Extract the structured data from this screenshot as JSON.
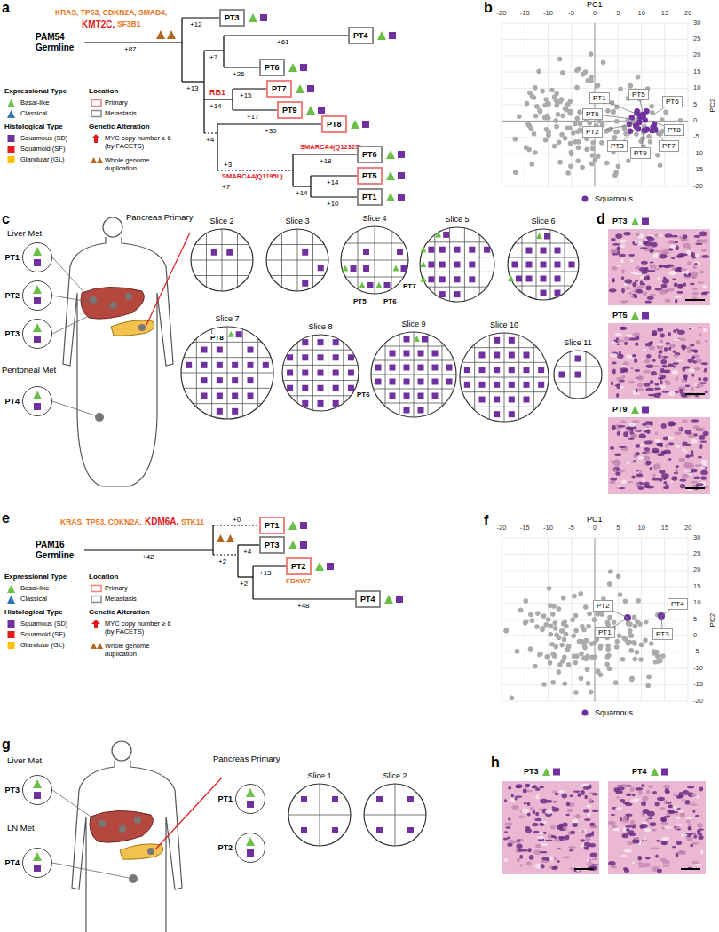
{
  "diagram": {
    "nodes": [
      {
        "text": [
          "PT3"
        ]
      },
      {
        "text": [
          "PT4"
        ]
      },
      {
        "text": [
          "PT6"
        ]
      },
      {
        "text": [
          "PT7"
        ]
      },
      {
        "text": [
          "PT9"
        ]
      },
      {
        "text": [
          "PT8"
        ]
      },
      {
        "text": [
          "PT6"
        ]
      },
      {
        "text": [
          "PT5"
        ]
      },
      {
        "text": [
          "PT1"
        ]
      },
      {
        "text": [
          "PT1"
        ]
      },
      {
        "text": [
          "PT5"
        ]
      },
      {
        "text": [
          "PT6"
        ]
      },
      {
        "text": [
          "PT6"
        ]
      },
      {
        "text": [
          "PT8"
        ]
      },
      {
        "text": [
          "PT2"
        ]
      },
      {
        "text": [
          "PT3"
        ]
      },
      {
        "text": [
          "PT7"
        ]
      },
      {
        "text": [
          "PT9"
        ]
      },
      {
        "text": [
          "PT1"
        ]
      },
      {
        "text": [
          "PT2"
        ]
      },
      {
        "text": [
          "PT3"
        ]
      },
      {
        "text": [
          "PT4"
        ]
      },
      {
        "text": [
          "Slice 2"
        ]
      },
      {
        "text": [
          "Slice 3"
        ]
      },
      {
        "text": [
          "Slice 4"
        ]
      },
      {
        "text": [
          "Slice 5"
        ]
      },
      {
        "text": [
          "Slice 6"
        ]
      },
      {
        "text": [
          "Slice 7"
        ]
      },
      {
        "text": [
          "Slice 8"
        ]
      },
      {
        "text": [
          "Slice 9"
        ]
      },
      {
        "text": [
          "Slice 10"
        ]
      },
      {
        "text": [
          "Slice 11"
        ]
      },
      {
        "text": [
          "PT1"
        ]
      },
      {
        "text": [
          "PT3"
        ]
      },
      {
        "text": [
          "PT2"
        ]
      },
      {
        "text": [
          "PT4"
        ]
      },
      {
        "text": [
          "PT2"
        ]
      },
      {
        "text": [
          "PT4"
        ]
      },
      {
        "text": [
          "PT1"
        ]
      },
      {
        "text": [
          "PT3"
        ]
      },
      {
        "text": [
          "PT3"
        ]
      },
      {
        "text": [
          "PT4"
        ]
      },
      {
        "text": [
          "PT1"
        ]
      },
      {
        "text": [
          "PT2"
        ]
      },
      {
        "text": [
          "Slice 1"
        ]
      },
      {
        "text": [
          "Slice 2"
        ]
      }
    ],
    "labels": [
      "a",
      "PAM54 Germline",
      "KRAS, TP53, CDKN2A, SMAD4,",
      "KMT2C,",
      "SF3B1",
      "+87",
      "+12",
      "+61",
      "+7",
      "+26",
      "+13",
      "RB1",
      "+15",
      "+14",
      "+17",
      "+4",
      "+30",
      "+3",
      "SMARCA4(Q1232S)",
      "+18",
      "SMARCA4(Q1195L)",
      "+7",
      "+14",
      "+14",
      "+10",
      "Expressional Type",
      "Histological Type",
      "Location",
      "Genetic Alteration",
      "b",
      "PC1",
      "-20",
      "-15",
      "-10",
      "-5",
      "0",
      "5",
      "10",
      "15",
      "20",
      "PC2",
      "30",
      "25",
      "20",
      "15",
      "10",
      "5",
      "0",
      "-5",
      "-10",
      "-15",
      "-20",
      "c",
      "Liver Met",
      "Peritoneal Met",
      "Pancreas Primary",
      "PT5",
      "PT6",
      "PT7",
      "PT8",
      "PT6",
      "d",
      "PT3",
      "PT5",
      "PT9",
      "e",
      "PAM16 Germline",
      "KRAS, TP53, CDKN2A,",
      "KDM6A,",
      "STK11",
      "+42",
      "+0",
      "+4",
      "+2",
      "+13",
      "+2",
      "FBXW7",
      "+48",
      "Expressional Type",
      "Histological Type",
      "Location",
      "Genetic Alteration",
      "f",
      "PC1",
      "-20",
      "-15",
      "-10",
      "-5",
      "0",
      "5",
      "10",
      "15",
      "20",
      "PC2",
      "30",
      "25",
      "20",
      "15",
      "10",
      "5",
      "0",
      "-5",
      "-10",
      "-15",
      "-20",
      "g",
      "Liver Met",
      "LN Met",
      "Pancreas Primary",
      "h",
      "PT3",
      "PT4"
    ],
    "legend": [
      {
        "text": "Basal-like"
      },
      {
        "text": "Classical"
      },
      {
        "text": "Squamous (SD)",
        "color": "#7030a0"
      },
      {
        "text": "Squamoid (SF)",
        "color": "#e31a1c"
      },
      {
        "text": "Glandular (GL)",
        "color": "#ffc000"
      },
      {
        "text": "Primary"
      },
      {
        "text": "Metastasis"
      },
      {
        "text": "MYC copy number ≥ 6 (by FACETS)"
      },
      {
        "text": "Whole genome duplication"
      },
      {
        "text": "Squamous",
        "color": "#7030a0"
      },
      {
        "text": "Basal-like"
      },
      {
        "text": "Classical"
      },
      {
        "text": "Squamous (SD)",
        "color": "#7030a0"
      },
      {
        "text": "Squamoid (SF)",
        "color": "#e31a1c"
      },
      {
        "text": "Glandular (GL)",
        "color": "#ffc000"
      },
      {
        "text": "Primary"
      },
      {
        "text": "Metastasis"
      },
      {
        "text": "MYC copy number ≥ 6 (by FACETS)"
      },
      {
        "text": "Whole genome duplication"
      },
      {
        "text": "Squamous",
        "color": "#7030a0"
      }
    ]
  }
}
